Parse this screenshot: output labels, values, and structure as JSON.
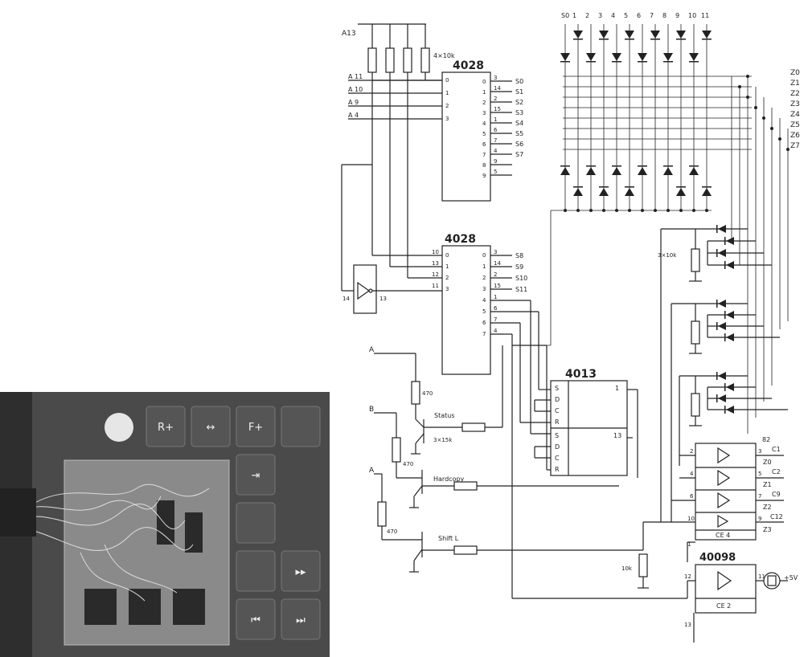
{
  "photo": {
    "key_labels": [
      "R+",
      "↔",
      "F+",
      "⇥",
      "▸▸",
      "⏮",
      "⏭"
    ]
  },
  "schematic": {
    "top_input": "A13",
    "pullups_label": "4×10k",
    "chip1": {
      "name": "4028",
      "in_pins": [
        "0",
        "1",
        "2",
        "3"
      ],
      "out_pins": [
        "0",
        "1",
        "2",
        "3",
        "4",
        "5",
        "6",
        "7",
        "8",
        "9"
      ],
      "pin_nums": [
        "3",
        "14",
        "2",
        "15",
        "1",
        "6",
        "7",
        "4",
        "9",
        "5"
      ]
    },
    "chip2": {
      "name": "4028",
      "in_pins": [
        "0",
        "1",
        "2",
        "3"
      ],
      "in_nums": [
        "10",
        "13",
        "12",
        "11"
      ],
      "out_pins": [
        "0",
        "1",
        "2",
        "3",
        "4",
        "5",
        "6",
        "7"
      ],
      "pin_nums": [
        "3",
        "14",
        "2",
        "15",
        "1",
        "6",
        "7",
        "4"
      ]
    },
    "chip3": {
      "name": "4013",
      "pins_a": [
        "S",
        "D",
        "C",
        "R"
      ],
      "pins_b": [
        "S",
        "D",
        "C",
        "R"
      ],
      "out_a": "1",
      "out_b": "13"
    },
    "chip4": {
      "name": "40098",
      "top_label": "CE 4",
      "bottom_label": "CE 2",
      "in_nums": [
        "2",
        "4",
        "6",
        "10"
      ],
      "out_nums": [
        "3",
        "5",
        "7",
        "9"
      ],
      "buf2_in": "12",
      "buf2_out": "11",
      "buf2_gnd": "13",
      "pin_1": "1"
    },
    "address_lines": [
      "A 11",
      "A 10",
      "A 9",
      "A 4"
    ],
    "s_outputs_1": [
      "S0",
      "S1",
      "S2",
      "S3",
      "S4",
      "S5",
      "S6",
      "S7"
    ],
    "s_outputs_2": [
      "S8",
      "S9",
      "S10",
      "S11"
    ],
    "col_labels": [
      "S0",
      "1",
      "2",
      "3",
      "4",
      "5",
      "6",
      "7",
      "8",
      "9",
      "10",
      "11"
    ],
    "row_labels": [
      "Z0",
      "Z1",
      "Z2",
      "Z3",
      "Z4",
      "Z5",
      "Z6",
      "Z7"
    ],
    "c_outputs": [
      {
        "c": "C1",
        "z": "Z0"
      },
      {
        "c": "C2",
        "z": "Z1"
      },
      {
        "c": "C9",
        "z": "Z2"
      },
      {
        "c": "C12",
        "z": "Z3"
      }
    ],
    "c_header": "82",
    "resistor_labels": {
      "r_a1": "470",
      "r_a2": "470",
      "r_a3": "470",
      "r_status": "3×15k",
      "r_pulldown": "3×10k",
      "r_10k": "10k"
    },
    "inputs": [
      "A",
      "B",
      "A"
    ],
    "signals": [
      "Status",
      "Hardcopy",
      "Shift L"
    ],
    "inverter_pins": [
      "14",
      "13"
    ],
    "supply": "+5V"
  }
}
